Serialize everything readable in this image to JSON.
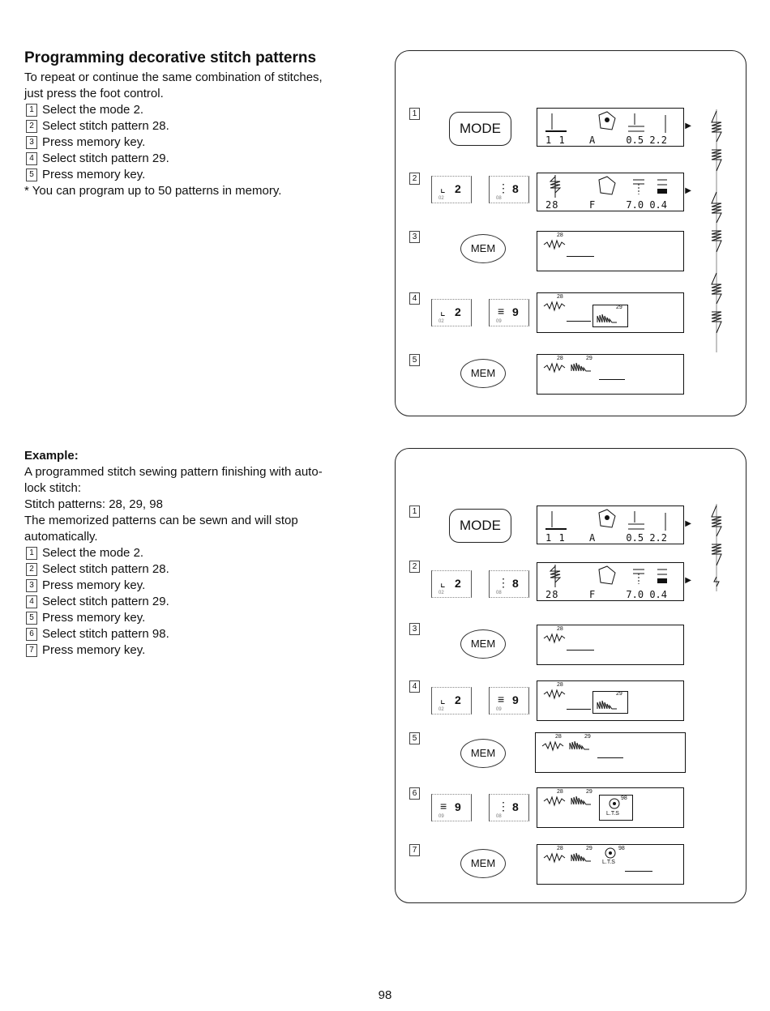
{
  "section1": {
    "title": "Programming decorative stitch patterns",
    "intro": [
      "To repeat or continue the same combination of stitches,",
      "just press the foot control."
    ],
    "steps": [
      {
        "num": "1",
        "text": "Select the mode 2."
      },
      {
        "num": "2",
        "text": "Select stitch pattern 28."
      },
      {
        "num": "3",
        "text": "Press memory key."
      },
      {
        "num": "4",
        "text": "Select stitch pattern 29."
      },
      {
        "num": "5",
        "text": "Press memory key."
      }
    ],
    "note": "* You can program up to 50 patterns in memory."
  },
  "section2": {
    "title": "Example:",
    "lines": [
      "A programmed stitch sewing pattern finishing with auto-",
      "lock stitch:",
      "Stitch patterns: 28, 29, 98",
      "The memorized patterns can be sewn and will stop",
      "automatically."
    ],
    "steps": [
      {
        "num": "1",
        "text": "Select the mode 2."
      },
      {
        "num": "2",
        "text": "Select stitch pattern 28."
      },
      {
        "num": "3",
        "text": "Press memory key."
      },
      {
        "num": "4",
        "text": "Select stitch pattern 29."
      },
      {
        "num": "5",
        "text": "Press memory key."
      },
      {
        "num": "6",
        "text": "Select stitch pattern 98."
      },
      {
        "num": "7",
        "text": "Press memory key."
      }
    ]
  },
  "ui": {
    "mode_label": "MODE",
    "mem_label": "MEM",
    "key_2": "2",
    "key_8": "8",
    "key_9": "9",
    "key_small_02": "02",
    "key_small_08": "08",
    "key_small_09": "09",
    "lcd_mode_bottom_left": "1 1",
    "lcd_mode_letter": "A",
    "lcd_mode_right": "0.5  2.2",
    "lcd_28_left": "28",
    "lcd_28_letter": "F",
    "lcd_28_right": "7.0  0.4",
    "label_28": "28",
    "label_29": "29",
    "label_98": "98",
    "lts": "L.T.S"
  },
  "page_number": "98"
}
